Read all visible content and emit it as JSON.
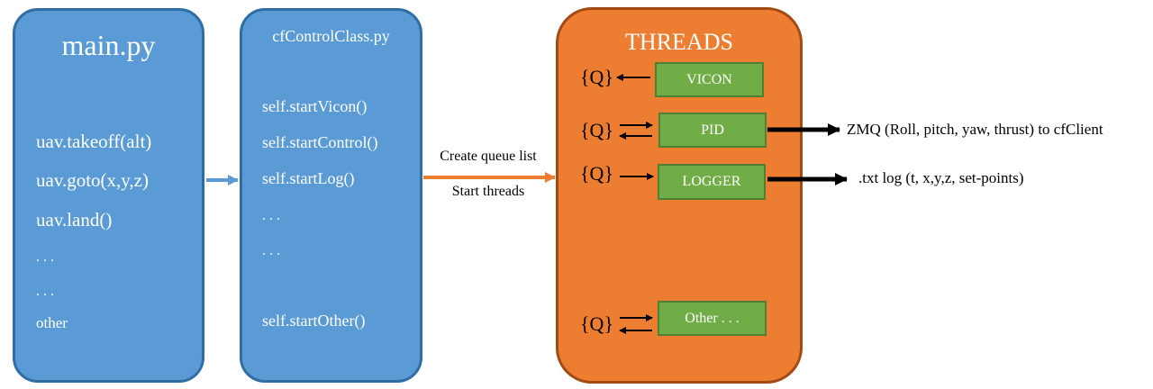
{
  "main_box": {
    "title": "main.py",
    "items": [
      "uav.takeoff(alt)",
      "uav.goto(x,y,z)",
      "uav.land()",
      ". . .",
      ". . .",
      "other"
    ]
  },
  "control_box": {
    "title": "cfControlClass.py",
    "items": [
      "self.startVicon()",
      "self.startControl()",
      "self.startLog()",
      ". . .",
      ". . .",
      "self.startOther()"
    ]
  },
  "connector": {
    "label_top": "Create queue list",
    "label_bottom": "Start threads"
  },
  "threads_box": {
    "title": "THREADS",
    "queue_label": "{Q}",
    "threads": [
      {
        "label": "VICON"
      },
      {
        "label": "PID"
      },
      {
        "label": "LOGGER"
      },
      {
        "label": "Other . . ."
      }
    ]
  },
  "outputs": {
    "pid": "ZMQ (Roll, pitch, yaw, thrust) to cfClient",
    "logger": ".txt log (t, x,y,z, set-points)"
  },
  "colors": {
    "blue_fill": "#5b9bd5",
    "orange_fill": "#ed7d31",
    "green_fill": "#70ad47",
    "connector_blue": "#5b9bd5",
    "connector_orange": "#ed7d31"
  }
}
